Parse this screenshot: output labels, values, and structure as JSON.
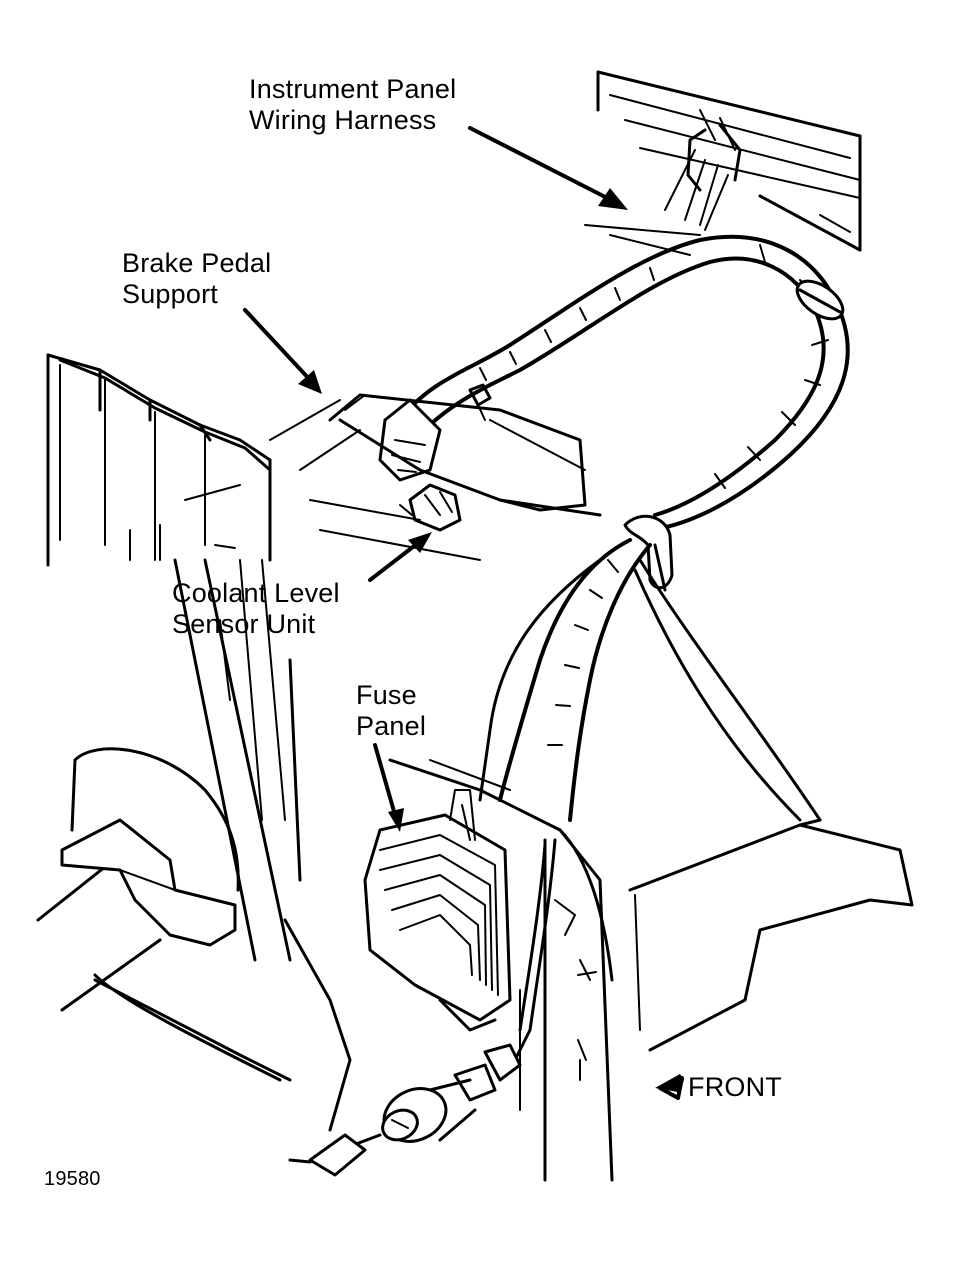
{
  "labels": {
    "instrument_panel_harness": [
      "Instrument Panel",
      "Wiring Harness"
    ],
    "brake_pedal_support": [
      "Brake Pedal",
      "Support"
    ],
    "coolant_level_sensor": [
      "Coolant Level",
      "Sensor Unit"
    ],
    "fuse_panel": [
      "Fuse",
      "Panel"
    ],
    "front": "FRONT",
    "figure_number": "19580"
  }
}
